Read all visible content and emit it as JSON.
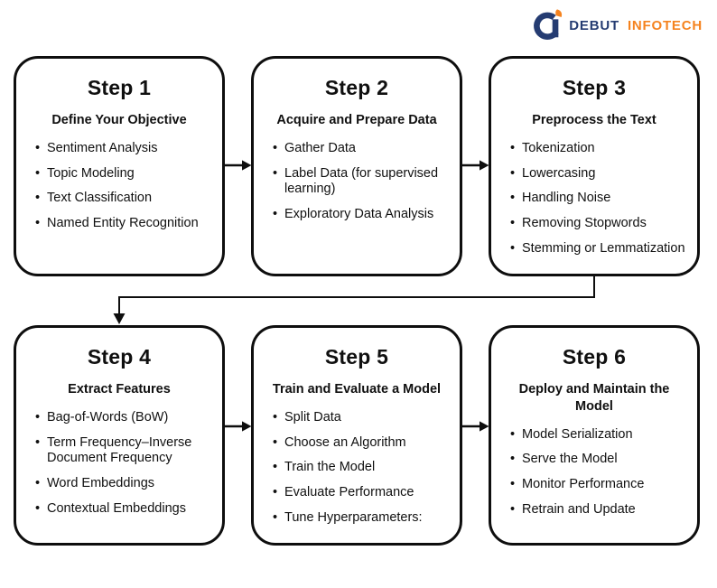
{
  "logo": {
    "brand_primary": "DEBUT",
    "brand_secondary": "INFOTECH",
    "colors": {
      "navy": "#253C72",
      "orange": "#F5831F"
    }
  },
  "diagram": {
    "flow": "Step 1 > Step 2 > Step 3 > Step 4 > Step 5 > Step 6",
    "line_color": "#0e0e0e"
  },
  "steps": [
    {
      "title": "Step 1",
      "subtitle": "Define Your Objective",
      "items": [
        "Sentiment Analysis",
        "Topic Modeling",
        "Text Classification",
        "Named Entity Recognition"
      ]
    },
    {
      "title": "Step 2",
      "subtitle": "Acquire and Prepare Data",
      "items": [
        "Gather Data",
        "Label Data (for supervised learning)",
        "Exploratory Data Analysis"
      ]
    },
    {
      "title": "Step 3",
      "subtitle": "Preprocess the Text",
      "items": [
        "Tokenization",
        "Lowercasing",
        "Handling Noise",
        "Removing Stopwords",
        "Stemming or Lemmatization"
      ]
    },
    {
      "title": "Step 4",
      "subtitle": "Extract Features",
      "items": [
        "Bag-of-Words (BoW)",
        "Term Frequency–Inverse Document Frequency",
        "Word Embeddings",
        "Contextual Embeddings"
      ]
    },
    {
      "title": "Step 5",
      "subtitle": "Train and Evaluate a Model",
      "items": [
        "Split Data",
        "Choose an Algorithm",
        "Train the Model",
        "Evaluate Performance",
        "Tune Hyperparameters:"
      ]
    },
    {
      "title": "Step 6",
      "subtitle": "Deploy and Maintain the Model",
      "items": [
        "Model Serialization",
        "Serve the Model",
        "Monitor Performance",
        "Retrain and Update"
      ]
    }
  ]
}
